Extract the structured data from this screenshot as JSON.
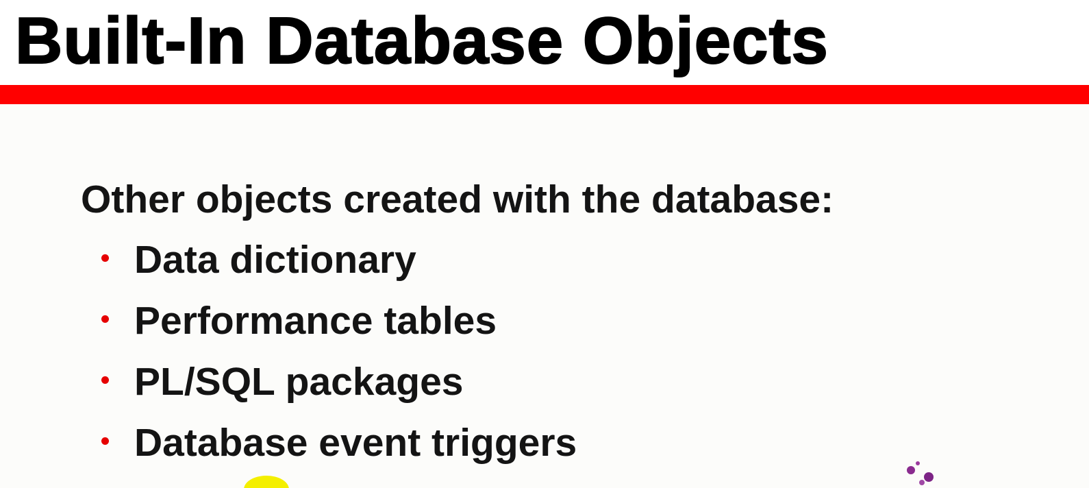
{
  "slide": {
    "title": "Built-In Database Objects",
    "intro": "Other objects created with the database:",
    "bullets": [
      {
        "label": "Data dictionary"
      },
      {
        "label": "Performance tables"
      },
      {
        "label": "PL/SQL packages"
      },
      {
        "label": "Database event triggers"
      }
    ]
  },
  "colors": {
    "title_text": "#000000",
    "accent_rule": "#ff0000",
    "bullet_dot": "#e60000",
    "body_text": "#141414",
    "background": "#fcfcfa"
  }
}
